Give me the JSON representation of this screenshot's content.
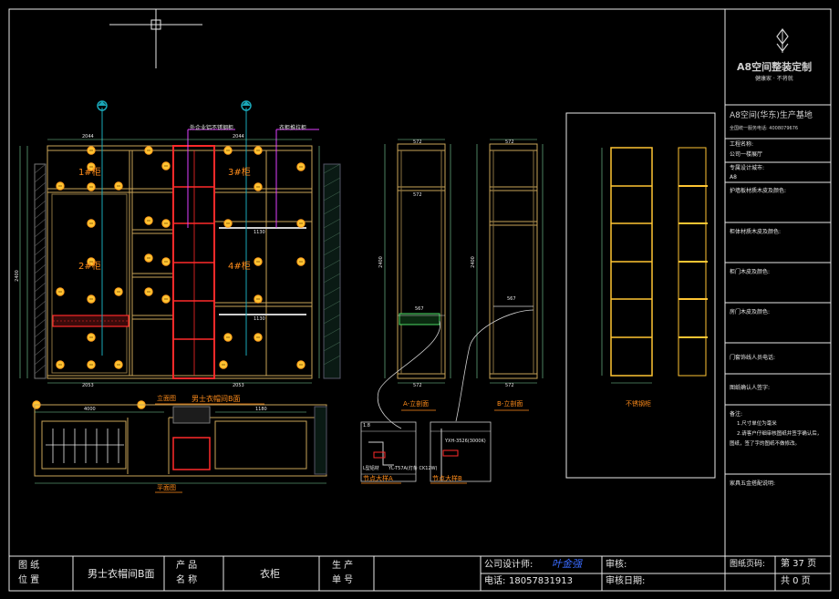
{
  "colors": {
    "background": "#000000",
    "frame": "#e8e8e8",
    "cabinet": "#ffc533",
    "red_panel": "#ff2a2a",
    "cyan_marker": "#1aa7b8",
    "magenta_leader": "#e040ff",
    "orange_text": "#ff8c1a",
    "dimension": "#7fd9a0"
  },
  "elevation": {
    "cab1_label": "1#柜",
    "cab2_label": "2#柜",
    "cab3_label": "3#柜",
    "cab4_label": "4#柜",
    "leader1": "外企业铝不锈钢柜",
    "leader2": "衣柜推拉柜",
    "view_title": "立面图",
    "view_subtitle": "男士衣帽间B面",
    "dim_top_left": "2044",
    "dim_top_right": "2044",
    "dim_bottom_left": "2053",
    "dim_bottom_right": "2053",
    "dim_rail1": "1130",
    "dim_rail2": "1130",
    "dim_height": "2400"
  },
  "section_a": {
    "title": "A-立剖面",
    "dim_top": "572",
    "dim_inner": "572",
    "dim_bottom": "572",
    "dim_height": "2400",
    "dim_shelf": "567"
  },
  "section_b": {
    "title": "B-立剖面",
    "dim_top": "572",
    "dim_bottom": "572",
    "dim_height": "2400",
    "dim_shelf": "567"
  },
  "plan": {
    "title": "平面图",
    "dim_left": "4000",
    "dim_right": "1180"
  },
  "details": {
    "detail1_title": "节点大样A",
    "detail1_note1": "L型铝材",
    "detail1_note2": "YL-T57A(灯条 CK12W)",
    "detail2_title": "节点大样B",
    "detail2_note": "YXH-3526(3000K)",
    "scale": "1.8"
  },
  "shelf_view": {
    "title": "不锈钢柜"
  },
  "info_panel": {
    "logo": "A8空间整装定制",
    "slogan": "健康家 · 不将就",
    "company": "A8空间(华东)生产基地",
    "phone_line": "全国统一服务电话: 4008079676",
    "project_name_label": "工程名称:",
    "project_name_value": "公司一楼展厅",
    "brand_label": "专属设计城市:",
    "brand_value": "A8",
    "field1": "护墙板材质木皮及颜色:",
    "field2": "柜体材质木皮及颜色:",
    "field3": "柜门木皮及颜色:",
    "field4": "房门木皮及颜色:",
    "field5": "门套饰线人员电话:",
    "field6": "图纸确认人签字:",
    "notes_title": "备注:",
    "note1": "1.尺寸单位为毫米",
    "note2": "2.请客户仔细审核图纸并签字确认后，",
    "note3": "图纸，签了字的图纸不做修改。",
    "hardware_label": "家具五金搭配说明:"
  },
  "title_block": {
    "drawing_label_1": "图  纸",
    "drawing_label_2": "位  置",
    "drawing_value": "男士衣帽间B面",
    "product_label_1": "产  品",
    "product_label_2": "名  称",
    "product_value": "衣柜",
    "order_label_1": "生  产",
    "order_label_2": "单  号",
    "designer_label": "公司设计师:",
    "designer_signature": "叶金强",
    "reviewer_label": "审核:",
    "phone_label": "电话:",
    "phone_value": "18057831913",
    "review_date_label": "审核日期:",
    "page_label": "图纸页码:",
    "page_value": "第 37 页",
    "total_value": "共 0 页"
  }
}
